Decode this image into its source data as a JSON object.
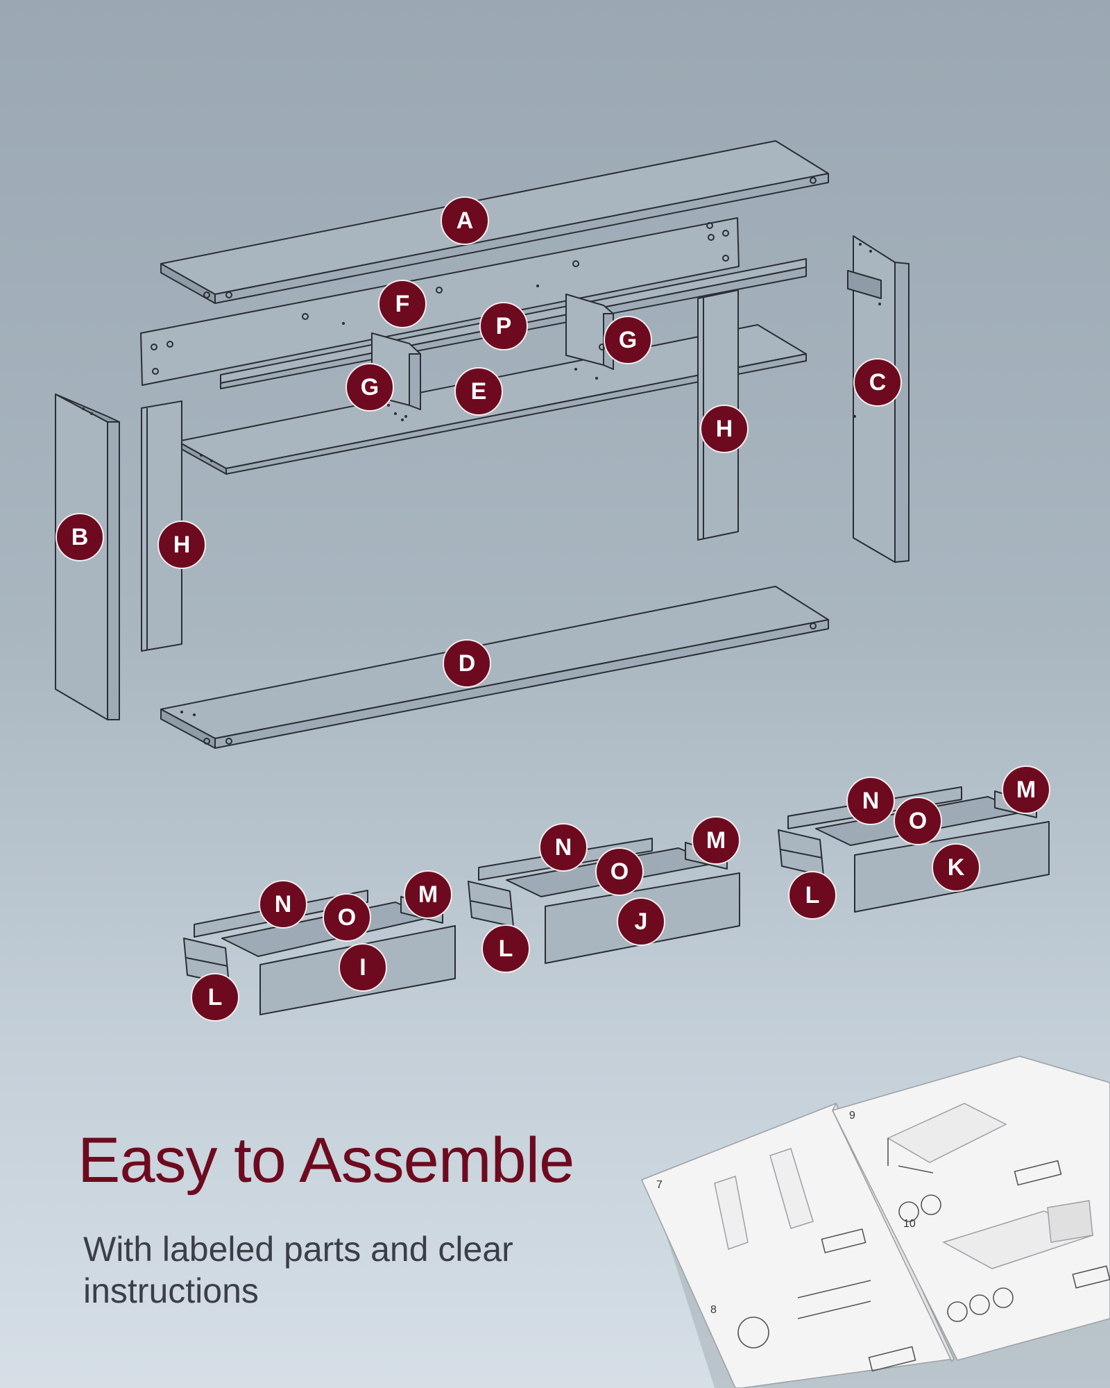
{
  "headline": "Easy to Assemble",
  "subtext": "With labeled parts and clear instructions",
  "colors": {
    "accent": "#6e0a1f",
    "background_top": "#9ba8b3",
    "background_bottom": "#d6dfe6"
  },
  "part_labels": {
    "A": "A",
    "B": "B",
    "C": "C",
    "D": "D",
    "E": "E",
    "F": "F",
    "G": "G",
    "H": "H",
    "I": "I",
    "J": "J",
    "K": "K",
    "L": "L",
    "M": "M",
    "N": "N",
    "O": "O",
    "P": "P"
  },
  "manual": {
    "page_numbers": [
      "7",
      "8",
      "9",
      "10"
    ]
  }
}
